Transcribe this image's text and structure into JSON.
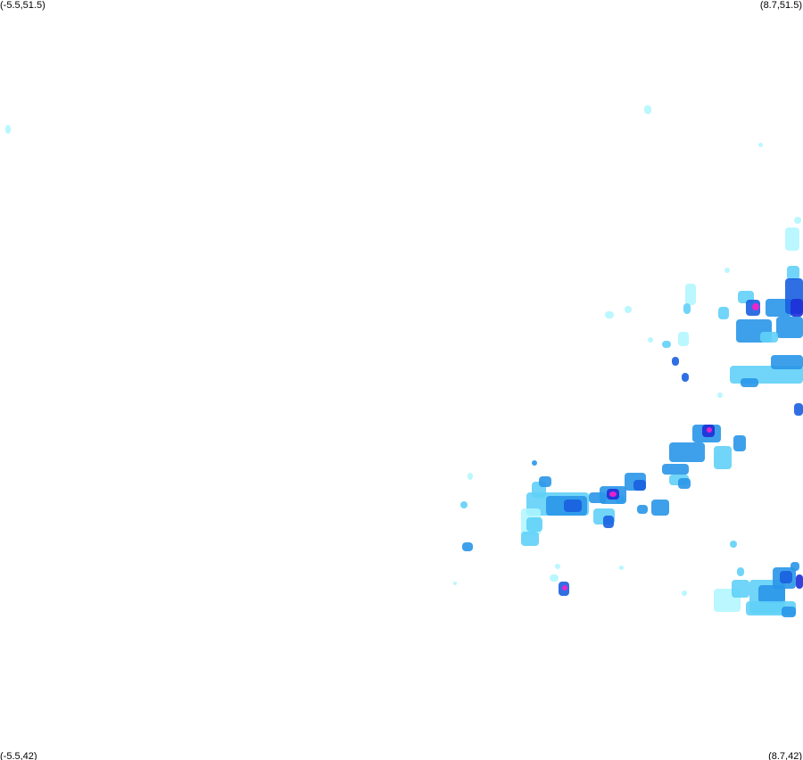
{
  "map": {
    "corners": {
      "top_left": "(-5.5,51.5)",
      "top_right": "(8.7,51.5)",
      "bottom_left": "(-5.5,42)",
      "bottom_right": "(8.7,42)"
    },
    "bounds": {
      "lon_min": -5.5,
      "lon_max": 8.7,
      "lat_min": 42,
      "lat_max": 51.5
    },
    "intensity_colors": {
      "very_light": "#aef6ff",
      "light": "#60d0f7",
      "moderate": "#2996e8",
      "heavy": "#1a5fe0",
      "very_heavy": "#1d2fd8",
      "extreme": "#ff1ec8"
    }
  }
}
